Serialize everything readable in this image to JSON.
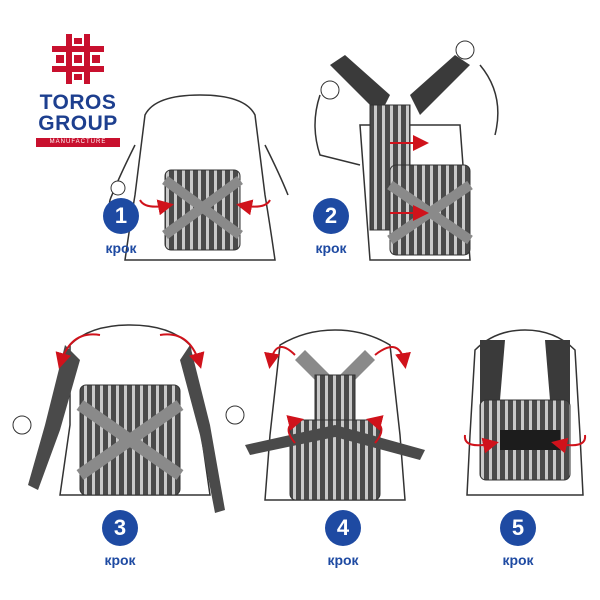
{
  "brand": {
    "name_line1": "TOROS",
    "name_line2": "GROUP",
    "tagline": "MANUFACTURE",
    "colors": {
      "red": "#c8102e",
      "blue": "#1d3f8f"
    }
  },
  "steps": [
    {
      "number": "1",
      "label": "крок"
    },
    {
      "number": "2",
      "label": "крок"
    },
    {
      "number": "3",
      "label": "крок"
    },
    {
      "number": "4",
      "label": "крок"
    },
    {
      "number": "5",
      "label": "крок"
    }
  ],
  "colors": {
    "badge": "#1e4aa2",
    "arrow": "#d0121b",
    "brace": "#4a4a4a",
    "brace_stripe": "#c9c9c9"
  }
}
